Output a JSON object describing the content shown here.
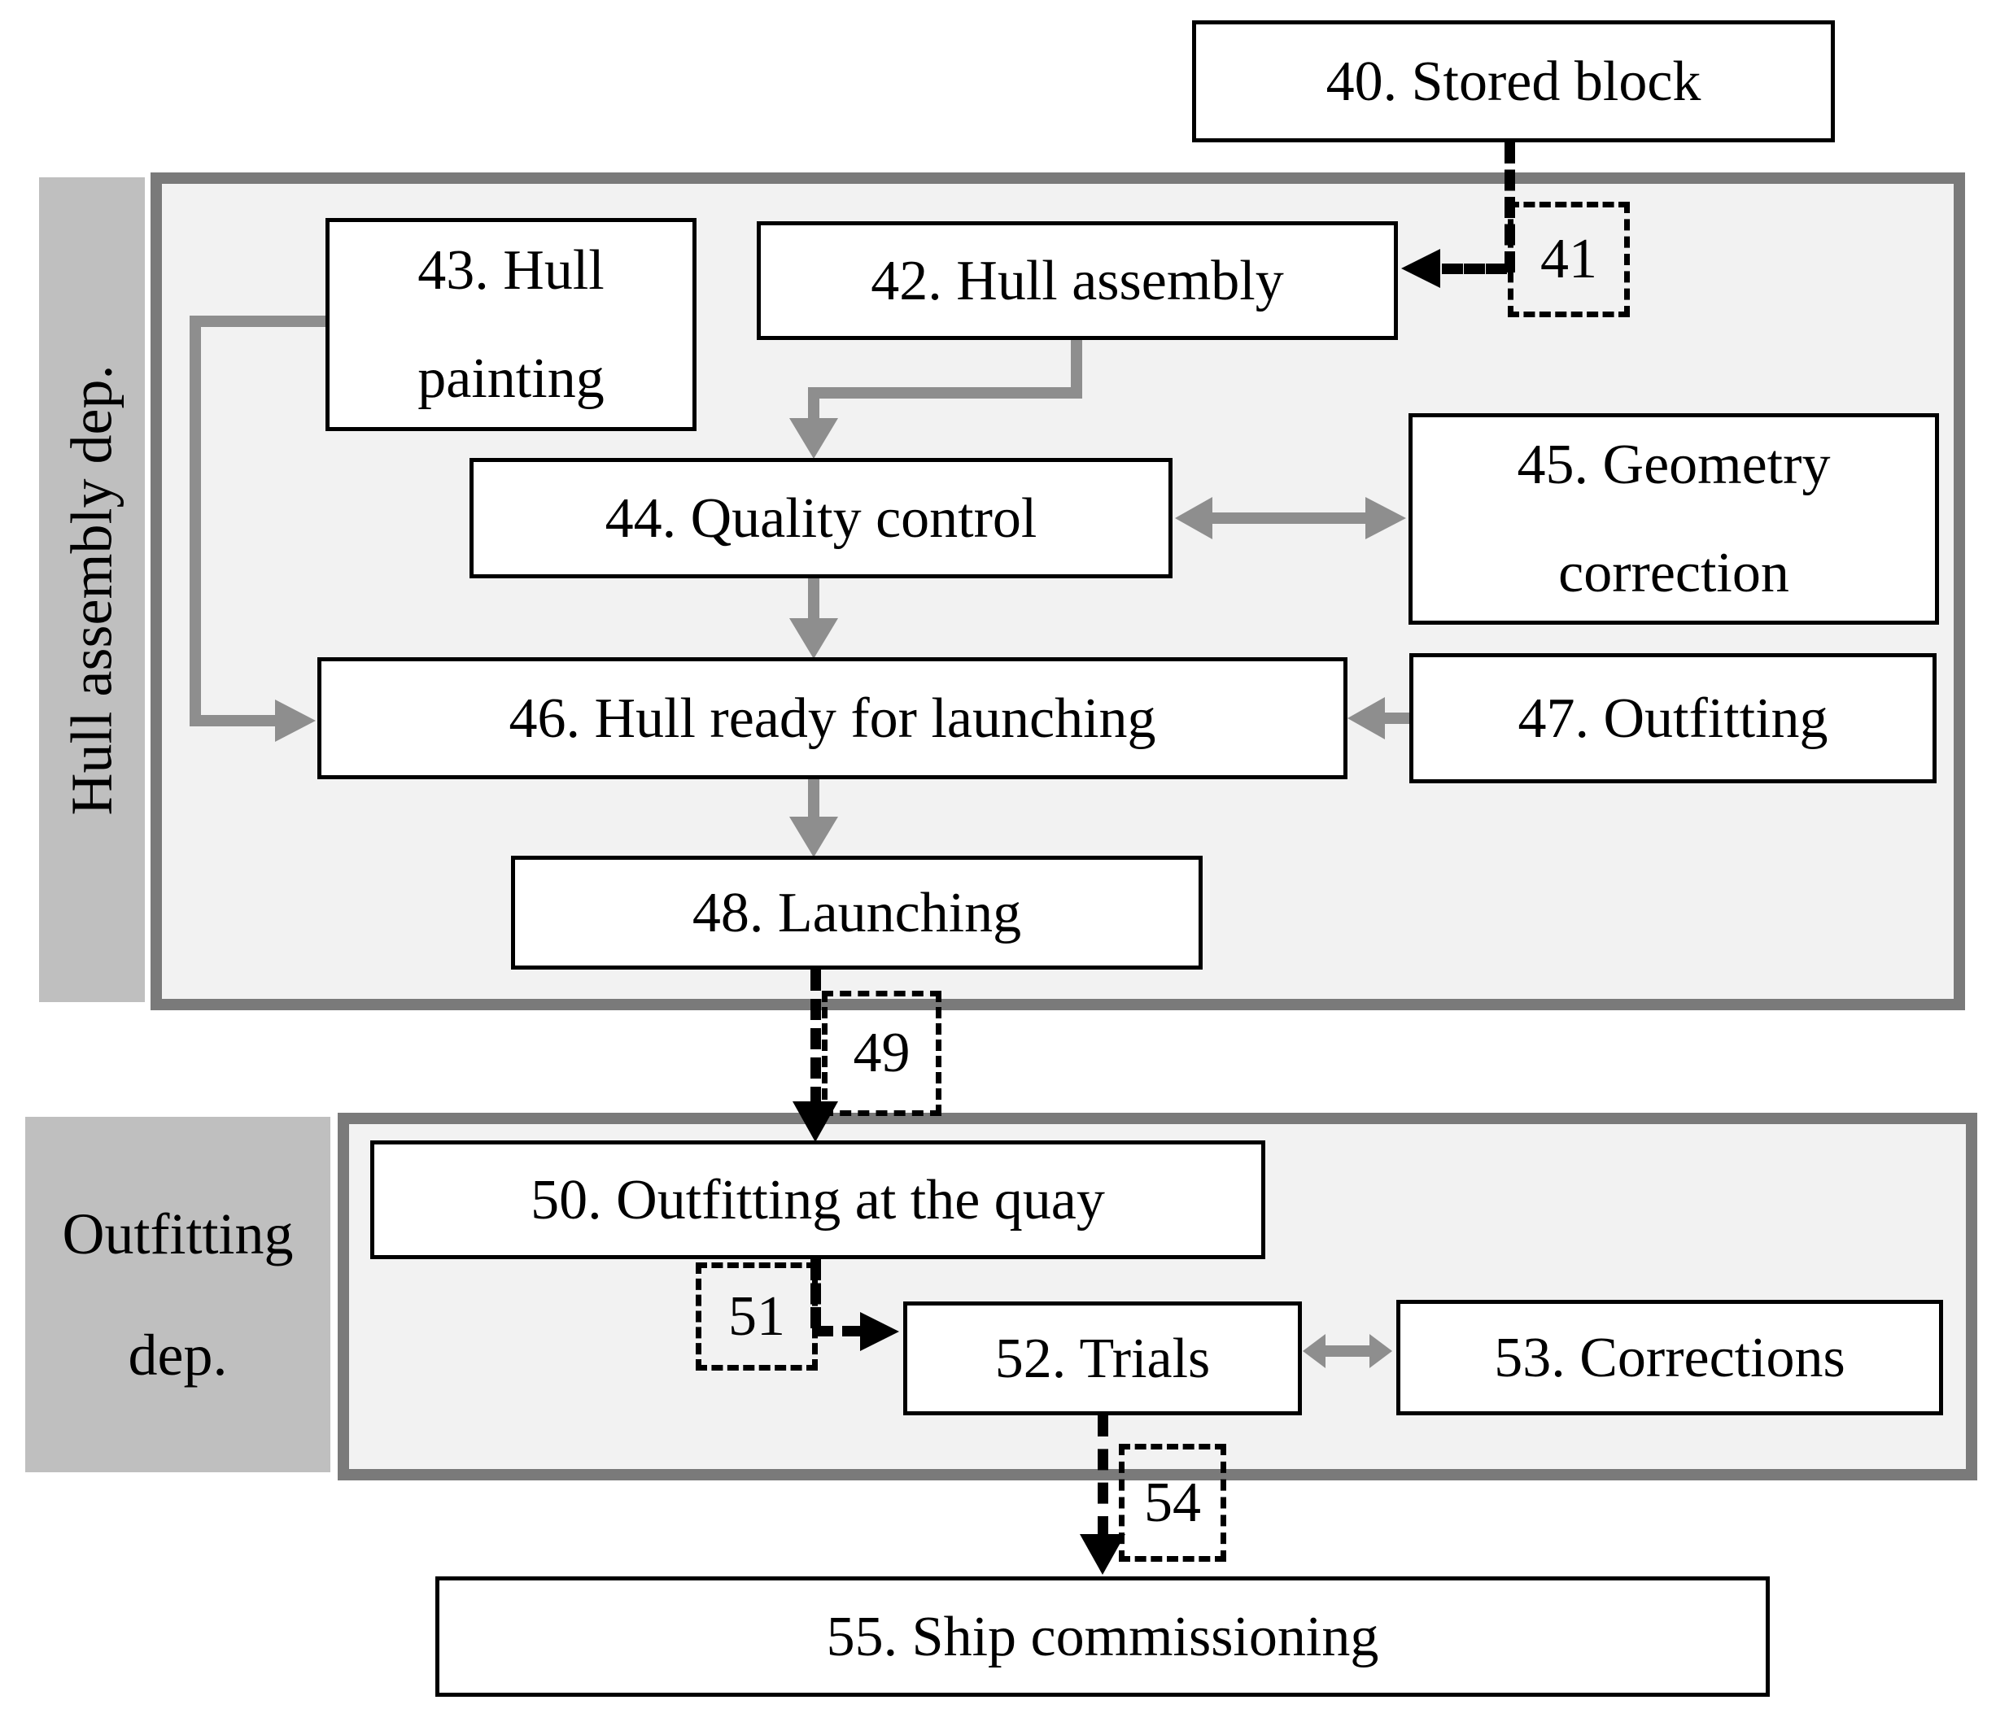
{
  "regions": {
    "hull": {
      "label": "Hull assembly dep."
    },
    "outfitting": {
      "line1": "Outfitting",
      "line2": "dep."
    }
  },
  "nodes": {
    "n40": {
      "label": "40. Stored block"
    },
    "n42": {
      "label": "42. Hull assembly"
    },
    "n43": {
      "line1": "43. Hull",
      "line2": "painting"
    },
    "n44": {
      "label": "44. Quality control"
    },
    "n45": {
      "line1": "45. Geometry",
      "line2": "correction"
    },
    "n46": {
      "label": "46. Hull ready for launching"
    },
    "n47": {
      "label": "47. Outfitting"
    },
    "n48": {
      "label": "48. Launching"
    },
    "n50": {
      "label": "50. Outfitting at the quay"
    },
    "n52": {
      "label": "52. Trials"
    },
    "n53": {
      "label": "53. Corrections"
    },
    "n55": {
      "label": "55. Ship commissioning"
    }
  },
  "transports": {
    "t41": {
      "label": "41"
    },
    "t49": {
      "label": "49"
    },
    "t51": {
      "label": "51"
    },
    "t54": {
      "label": "54"
    }
  },
  "colors": {
    "region_border": "#7a7a7a",
    "region_fill": "#f2f2f2",
    "region_label_fill": "#bfbfbf",
    "arrow_gray": "#8e8e8e",
    "dashed_arrow": "#000000",
    "box_border": "#000000",
    "box_fill": "#ffffff"
  }
}
